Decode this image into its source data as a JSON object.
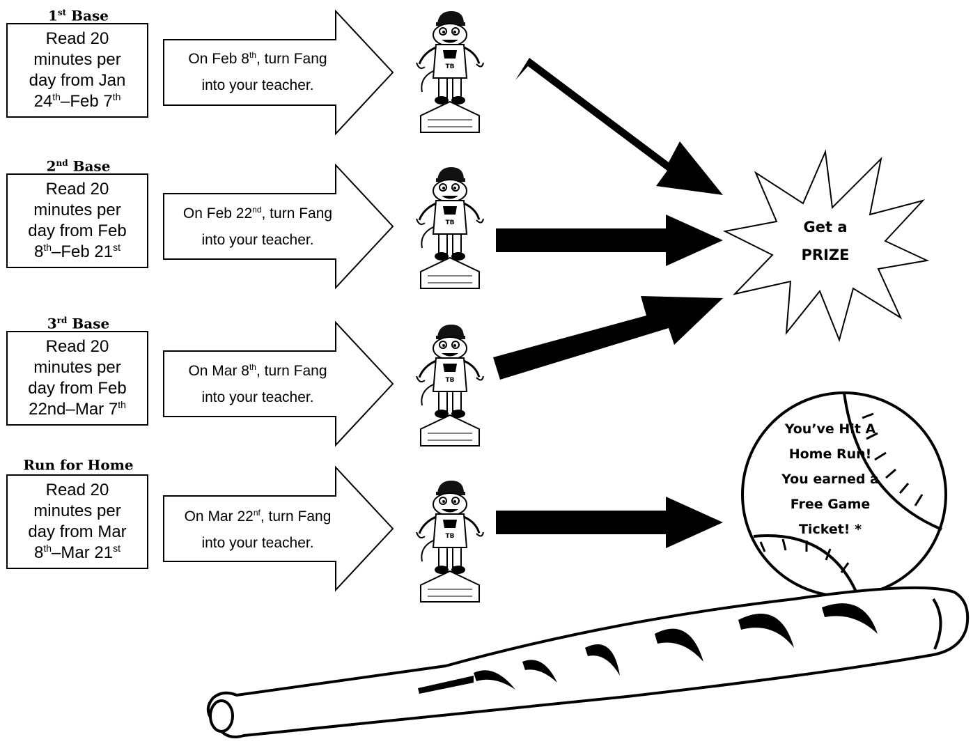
{
  "rows": [
    {
      "title_main": "1",
      "title_sup": "st",
      "title_rest": " Base",
      "read": [
        "Read 20",
        "minutes per",
        "day from Jan"
      ],
      "read_last": [
        {
          "t": "24"
        },
        {
          "t": "th",
          "sup": true
        },
        {
          "t": "–Feb 7"
        },
        {
          "t": "th",
          "sup": true
        }
      ],
      "arrow_pre": "On Feb 8",
      "arrow_sup": "th",
      "arrow_post": ", turn Fang",
      "arrow_line2": "into your teacher."
    },
    {
      "title_main": "2",
      "title_sup": "nd",
      "title_rest": " Base",
      "read": [
        "Read 20",
        "minutes per",
        "day from Feb"
      ],
      "read_last": [
        {
          "t": "8"
        },
        {
          "t": "th",
          "sup": true
        },
        {
          "t": "–Feb 21"
        },
        {
          "t": "st",
          "sup": true
        }
      ],
      "arrow_pre": "On Feb 22",
      "arrow_sup": "nd",
      "arrow_post": ", turn Fang",
      "arrow_line2": "into your teacher."
    },
    {
      "title_main": "3",
      "title_sup": "rd",
      "title_rest": " Base",
      "read": [
        "Read 20",
        "minutes per",
        "day from Feb"
      ],
      "read_last": [
        {
          "t": "22nd–Mar 7"
        },
        {
          "t": "th",
          "sup": true
        }
      ],
      "arrow_pre": "On Mar 8",
      "arrow_sup": "th",
      "arrow_post": ", turn Fang",
      "arrow_line2": "into your teacher."
    },
    {
      "title_main": "Run for Home",
      "title_sup": "",
      "title_rest": "",
      "read": [
        "Read 20",
        "minutes per",
        "day from Mar"
      ],
      "read_last": [
        {
          "t": "8"
        },
        {
          "t": "th",
          "sup": true
        },
        {
          "t": "–Mar 21"
        },
        {
          "t": "st",
          "sup": true
        }
      ],
      "arrow_pre": "On Mar 22",
      "arrow_sup": "nf",
      "arrow_post": ", turn Fang",
      "arrow_line2": "into your teacher."
    }
  ],
  "prize": {
    "line1": "Get a",
    "line2": "PRIZE"
  },
  "home_run": {
    "lines": [
      "You’ve Hit A",
      "Home Run!",
      "You earned a",
      "Free Game",
      "Ticket! *"
    ]
  },
  "icons": {
    "mascot": "fang-mascot-figure",
    "star": "starburst",
    "ball": "baseball",
    "bat": "baseball-bat"
  },
  "colors": {
    "ink": "#000000",
    "paper": "#ffffff"
  }
}
